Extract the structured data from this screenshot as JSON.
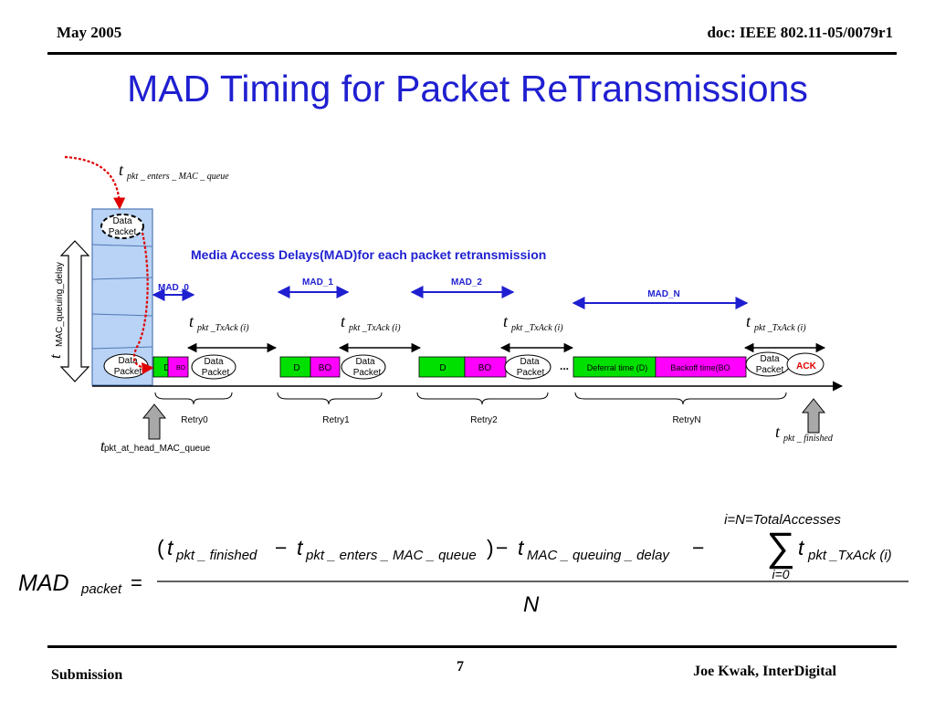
{
  "header": {
    "date": "May 2005",
    "doc_id": "doc: IEEE 802.11-05/0079r1"
  },
  "slide": {
    "title": "MAD Timing for Packet ReTransmissions"
  },
  "diagram": {
    "heading": "Media Access Delays(MAD)for each packet retransmission",
    "t_symbol": "t",
    "sub_enters_queue": "pkt _ enters _ MAC _ queue",
    "sub_txack": "pkt _TxAck (i)",
    "sub_finished": "pkt _ finished",
    "t_head_sub": "pkt_at_head_MAC_queue",
    "queue_delay_label": "MAC_queuing_delay",
    "data_packet_line1": "Data",
    "data_packet_line2": "Packet",
    "mad_labels": [
      "MAD_0",
      "MAD_1",
      "MAD_2",
      "MAD_N"
    ],
    "retry_labels": [
      "Retry0",
      "Retry1",
      "Retry2",
      "RetryN"
    ],
    "d_label": "D",
    "bo_label": "BO",
    "bo_small": "BO",
    "deferral_label": "Deferral time (D)",
    "backoff_label": "Backoff time(BO",
    "ack_label": "ACK",
    "ellipsis": "..."
  },
  "formula": {
    "lhs": "MAD",
    "lhs_sub": "packet",
    "equals": "=",
    "open_paren": "(",
    "t": "t",
    "sub_finished": "pkt _ finished",
    "minus": "−",
    "sub_enters": "pkt _ enters _ MAC _ queue",
    "close_paren": ")",
    "sub_queue_delay": "MAC _ queuing _ delay",
    "sum_upper": "i=N=TotalAccesses",
    "sum_symbol": "∑",
    "sum_lower": "i=0",
    "sub_txack": "pkt _TxAck (i)",
    "denominator": "N"
  },
  "footer": {
    "left": "Submission",
    "page": "7",
    "right": "Joe Kwak, InterDigital"
  },
  "colors": {
    "title_blue": "#1f1fd1",
    "green": "#00e000",
    "magenta": "#ff00ff",
    "red_arrow": "#e00000",
    "queue_blue": "#b8d3f5"
  }
}
